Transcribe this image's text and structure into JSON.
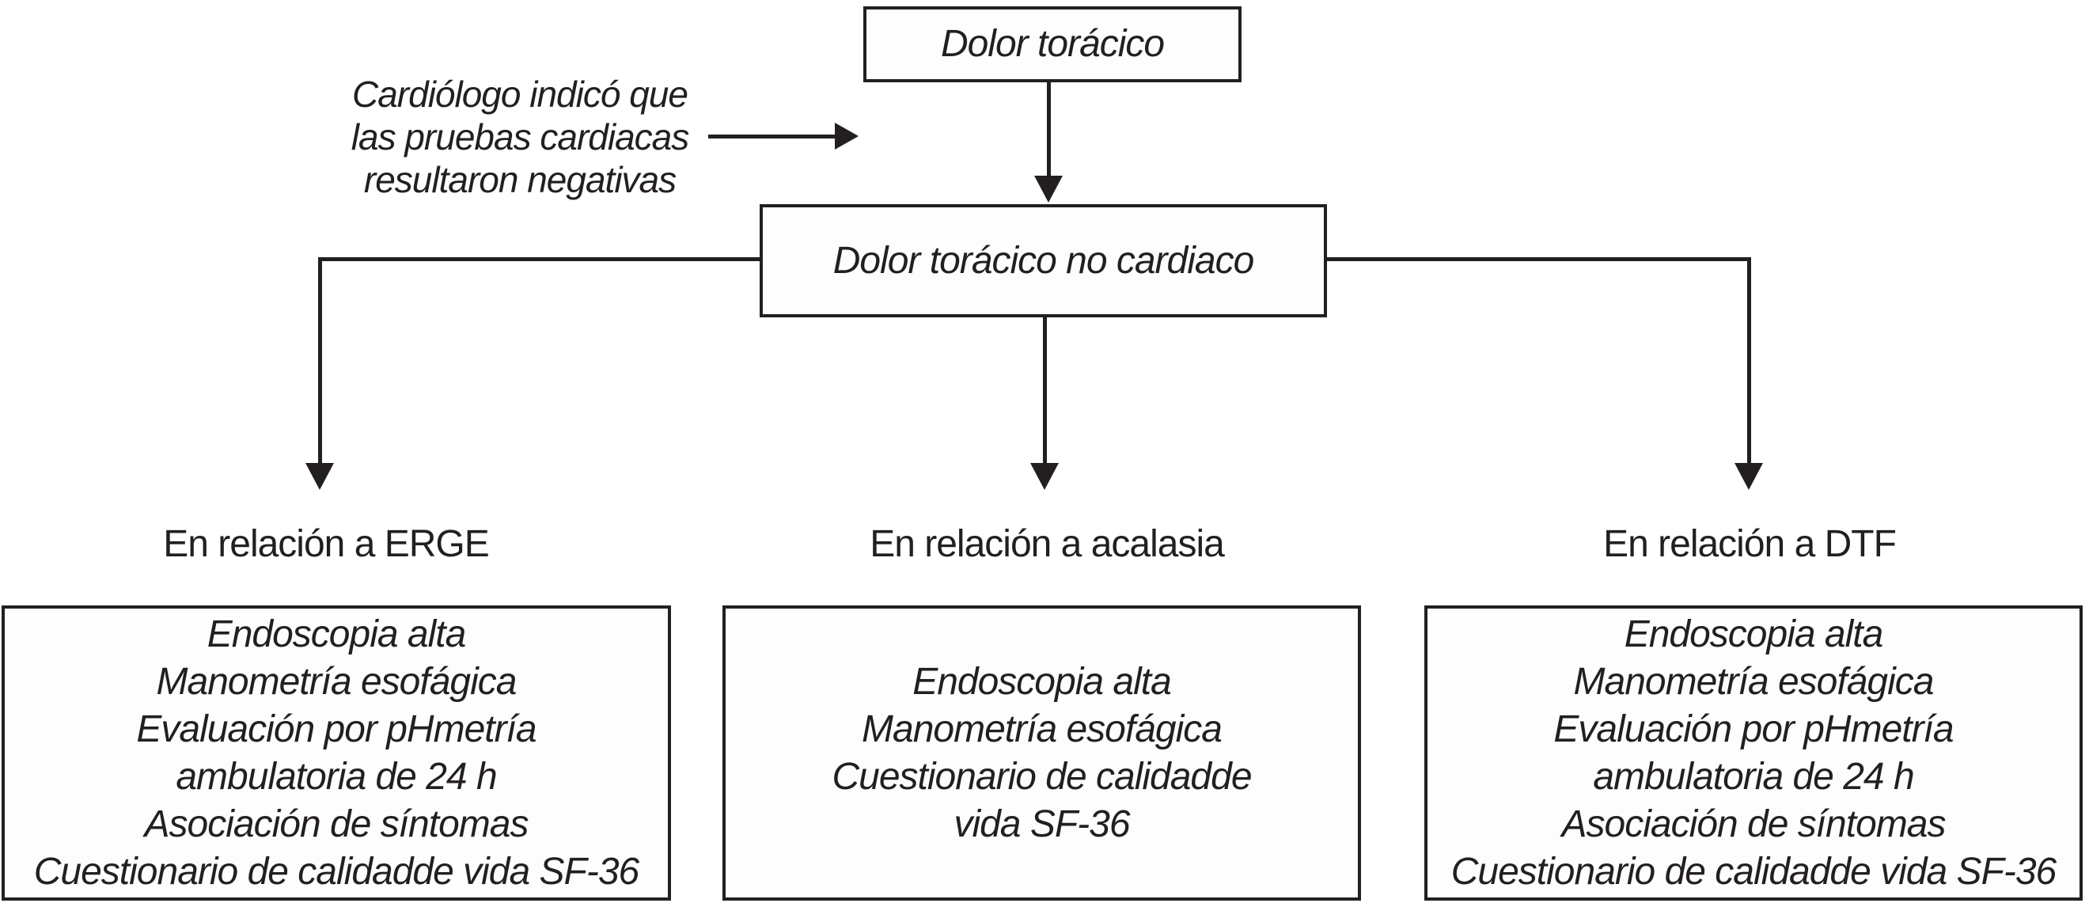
{
  "colors": {
    "ink": "#231f20",
    "background": "#ffffff",
    "box_fill": "#fdfdfd"
  },
  "top_box": {
    "label": "Dolor torácico"
  },
  "annotation": {
    "lines": [
      "Cardiólogo indicó que",
      "las pruebas cardiacas",
      "resultaron negativas"
    ]
  },
  "middle_box": {
    "label": "Dolor torácico no cardiaco"
  },
  "branches": [
    {
      "label": "En relación a ERGE",
      "box_lines": [
        "Endoscopia alta",
        "Manometría esofágica",
        "Evaluación por pHmetría",
        "ambulatoria de 24 h",
        "Asociación de síntomas",
        "Cuestionario de calidadde vida SF-36"
      ]
    },
    {
      "label": "En relación a acalasia",
      "box_lines": [
        "Endoscopia alta",
        "Manometría esofágica",
        "Cuestionario de calidadde",
        "vida SF-36"
      ]
    },
    {
      "label": "En relación a DTF",
      "box_lines": [
        "Endoscopia alta",
        "Manometría esofágica",
        "Evaluación por pHmetría",
        "ambulatoria de 24 h",
        "Asociación de síntomas",
        "Cuestionario de calidadde vida SF-36"
      ]
    }
  ]
}
